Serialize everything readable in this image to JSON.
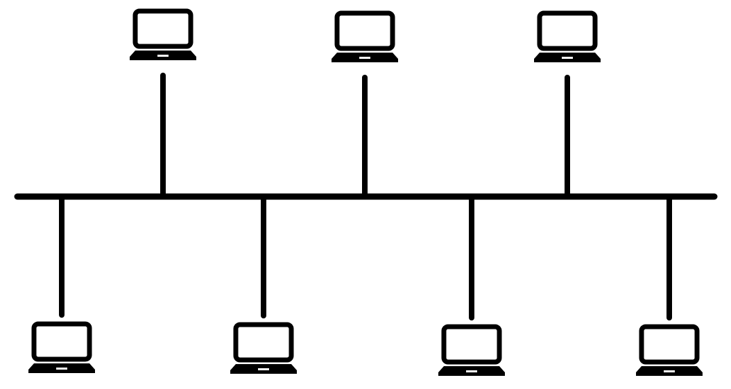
{
  "diagram": {
    "topology": "bus",
    "colors": {
      "background": "#ffffff",
      "line": "#000000",
      "screen": "#ffffff"
    },
    "backbone": {
      "name": "bus-backbone"
    },
    "nodes": [
      {
        "name": "laptop-top-1",
        "icon": "laptop-icon",
        "side": "top"
      },
      {
        "name": "laptop-top-2",
        "icon": "laptop-icon",
        "side": "top"
      },
      {
        "name": "laptop-top-3",
        "icon": "laptop-icon",
        "side": "top"
      },
      {
        "name": "laptop-bottom-1",
        "icon": "laptop-icon",
        "side": "bottom"
      },
      {
        "name": "laptop-bottom-2",
        "icon": "laptop-icon",
        "side": "bottom"
      },
      {
        "name": "laptop-bottom-3",
        "icon": "laptop-icon",
        "side": "bottom"
      },
      {
        "name": "laptop-bottom-4",
        "icon": "laptop-icon",
        "side": "bottom"
      }
    ]
  }
}
